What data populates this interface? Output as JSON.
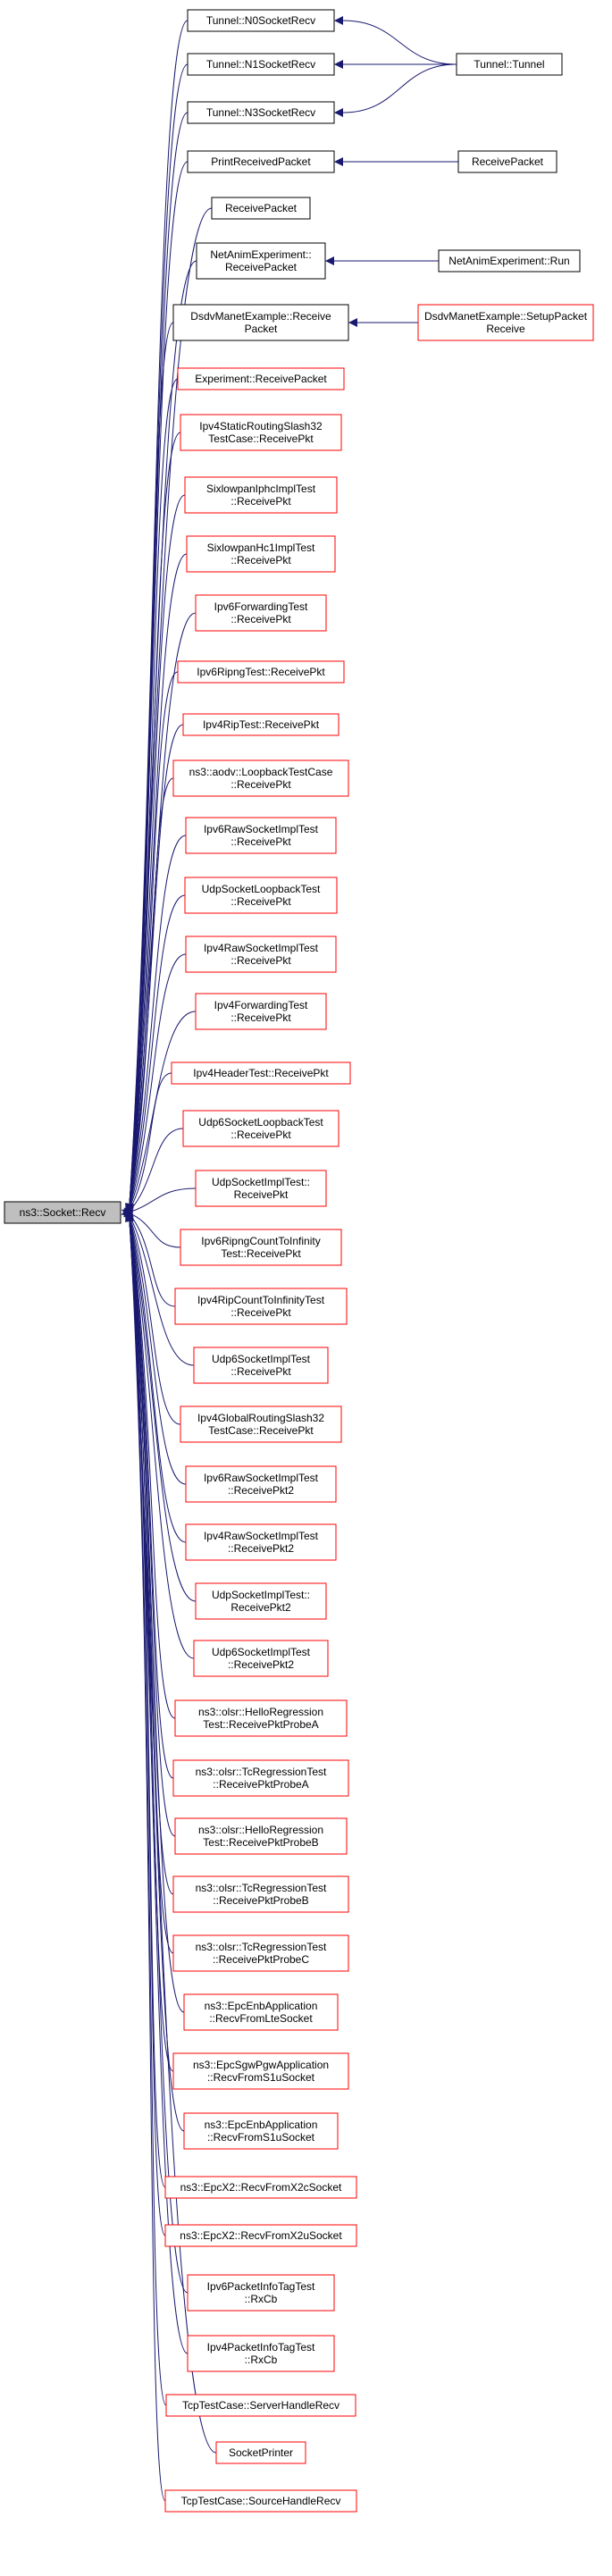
{
  "root": {
    "lines": [
      "ns3::Socket::Recv"
    ]
  },
  "callers": [
    {
      "id": "tunnel-n0",
      "lines": [
        "Tunnel::N0SocketRecv"
      ],
      "color": "black"
    },
    {
      "id": "tunnel-n1",
      "lines": [
        "Tunnel::N1SocketRecv"
      ],
      "color": "black"
    },
    {
      "id": "tunnel-n3",
      "lines": [
        "Tunnel::N3SocketRecv"
      ],
      "color": "black"
    },
    {
      "id": "print-received-packet",
      "lines": [
        "PrintReceivedPacket"
      ],
      "color": "black"
    },
    {
      "id": "receive-packet",
      "lines": [
        "ReceivePacket"
      ],
      "color": "black"
    },
    {
      "id": "netanim-receive-packet",
      "lines": [
        "NetAnimExperiment::",
        "ReceivePacket"
      ],
      "color": "black"
    },
    {
      "id": "dsdv-receive-packet",
      "lines": [
        "DsdvManetExample::Receive",
        "Packet"
      ],
      "color": "black"
    },
    {
      "id": "experiment-receive-packet",
      "lines": [
        "Experiment::ReceivePacket"
      ],
      "color": "red"
    },
    {
      "id": "ipv4-static-routing",
      "lines": [
        "Ipv4StaticRoutingSlash32",
        "TestCase::ReceivePkt"
      ],
      "color": "red"
    },
    {
      "id": "sixlowpan-iphc",
      "lines": [
        "SixlowpanIphcImplTest",
        "::ReceivePkt"
      ],
      "color": "red"
    },
    {
      "id": "sixlowpan-hc1",
      "lines": [
        "SixlowpanHc1ImplTest",
        "::ReceivePkt"
      ],
      "color": "red"
    },
    {
      "id": "ipv6-forwarding",
      "lines": [
        "Ipv6ForwardingTest",
        "::ReceivePkt"
      ],
      "color": "red"
    },
    {
      "id": "ipv6-ripng",
      "lines": [
        "Ipv6RipngTest::ReceivePkt"
      ],
      "color": "red"
    },
    {
      "id": "ipv4-rip",
      "lines": [
        "Ipv4RipTest::ReceivePkt"
      ],
      "color": "red"
    },
    {
      "id": "aodv-loopback",
      "lines": [
        "ns3::aodv::LoopbackTestCase",
        "::ReceivePkt"
      ],
      "color": "red"
    },
    {
      "id": "ipv6-raw-socket",
      "lines": [
        "Ipv6RawSocketImplTest",
        "::ReceivePkt"
      ],
      "color": "red"
    },
    {
      "id": "udp-socket-loopback",
      "lines": [
        "UdpSocketLoopbackTest",
        "::ReceivePkt"
      ],
      "color": "red"
    },
    {
      "id": "ipv4-raw-socket",
      "lines": [
        "Ipv4RawSocketImplTest",
        "::ReceivePkt"
      ],
      "color": "red"
    },
    {
      "id": "ipv4-forwarding",
      "lines": [
        "Ipv4ForwardingTest",
        "::ReceivePkt"
      ],
      "color": "red"
    },
    {
      "id": "ipv4-header",
      "lines": [
        "Ipv4HeaderTest::ReceivePkt"
      ],
      "color": "red"
    },
    {
      "id": "udp6-socket-loopback",
      "lines": [
        "Udp6SocketLoopbackTest",
        "::ReceivePkt"
      ],
      "color": "red"
    },
    {
      "id": "udp-socket-impl",
      "lines": [
        "UdpSocketImplTest::",
        "ReceivePkt"
      ],
      "color": "red"
    },
    {
      "id": "ipv6-ripng-count",
      "lines": [
        "Ipv6RipngCountToInfinity",
        "Test::ReceivePkt"
      ],
      "color": "red"
    },
    {
      "id": "ipv4-rip-count",
      "lines": [
        "Ipv4RipCountToInfinityTest",
        "::ReceivePkt"
      ],
      "color": "red"
    },
    {
      "id": "udp6-socket-impl",
      "lines": [
        "Udp6SocketImplTest",
        "::ReceivePkt"
      ],
      "color": "red"
    },
    {
      "id": "ipv4-global-routing",
      "lines": [
        "Ipv4GlobalRoutingSlash32",
        "TestCase::ReceivePkt"
      ],
      "color": "red"
    },
    {
      "id": "ipv6-raw-socket-2",
      "lines": [
        "Ipv6RawSocketImplTest",
        "::ReceivePkt2"
      ],
      "color": "red"
    },
    {
      "id": "ipv4-raw-socket-2",
      "lines": [
        "Ipv4RawSocketImplTest",
        "::ReceivePkt2"
      ],
      "color": "red"
    },
    {
      "id": "udp-socket-impl-2",
      "lines": [
        "UdpSocketImplTest::",
        "ReceivePkt2"
      ],
      "color": "red"
    },
    {
      "id": "udp6-socket-impl-2",
      "lines": [
        "Udp6SocketImplTest",
        "::ReceivePkt2"
      ],
      "color": "red"
    },
    {
      "id": "olsr-hello-a",
      "lines": [
        "ns3::olsr::HelloRegression",
        "Test::ReceivePktProbeA"
      ],
      "color": "red"
    },
    {
      "id": "olsr-tc-a",
      "lines": [
        "ns3::olsr::TcRegressionTest",
        "::ReceivePktProbeA"
      ],
      "color": "red"
    },
    {
      "id": "olsr-hello-b",
      "lines": [
        "ns3::olsr::HelloRegression",
        "Test::ReceivePktProbeB"
      ],
      "color": "red"
    },
    {
      "id": "olsr-tc-b",
      "lines": [
        "ns3::olsr::TcRegressionTest",
        "::ReceivePktProbeB"
      ],
      "color": "red"
    },
    {
      "id": "olsr-tc-c",
      "lines": [
        "ns3::olsr::TcRegressionTest",
        "::ReceivePktProbeC"
      ],
      "color": "red"
    },
    {
      "id": "epc-enb-lte",
      "lines": [
        "ns3::EpcEnbApplication",
        "::RecvFromLteSocket"
      ],
      "color": "red"
    },
    {
      "id": "epc-sgw-pgw-s1u",
      "lines": [
        "ns3::EpcSgwPgwApplication",
        "::RecvFromS1uSocket"
      ],
      "color": "red"
    },
    {
      "id": "epc-enb-s1u",
      "lines": [
        "ns3::EpcEnbApplication",
        "::RecvFromS1uSocket"
      ],
      "color": "red"
    },
    {
      "id": "epc-x2-c",
      "lines": [
        "ns3::EpcX2::RecvFromX2cSocket"
      ],
      "color": "red"
    },
    {
      "id": "epc-x2-u",
      "lines": [
        "ns3::EpcX2::RecvFromX2uSocket"
      ],
      "color": "red"
    },
    {
      "id": "ipv6-packet-info",
      "lines": [
        "Ipv6PacketInfoTagTest",
        "::RxCb"
      ],
      "color": "red"
    },
    {
      "id": "ipv4-packet-info",
      "lines": [
        "Ipv4PacketInfoTagTest",
        "::RxCb"
      ],
      "color": "red"
    },
    {
      "id": "tcp-server-handle",
      "lines": [
        "TcpTestCase::ServerHandleRecv"
      ],
      "color": "red"
    },
    {
      "id": "socket-printer",
      "lines": [
        "SocketPrinter"
      ],
      "color": "red"
    },
    {
      "id": "tcp-source-handle",
      "lines": [
        "TcpTestCase::SourceHandleRecv"
      ],
      "color": "red"
    }
  ],
  "secondary": [
    {
      "id": "tunnel-tunnel",
      "lines": [
        "Tunnel::Tunnel"
      ],
      "color": "black",
      "from": [
        "tunnel-n1",
        "tunnel-n3",
        "tunnel-n0"
      ]
    },
    {
      "id": "receive-packet-2",
      "lines": [
        "ReceivePacket"
      ],
      "color": "black",
      "from": [
        "print-received-packet"
      ]
    },
    {
      "id": "netanim-run",
      "lines": [
        "NetAnimExperiment::Run"
      ],
      "color": "black",
      "from": [
        "netanim-receive-packet"
      ]
    },
    {
      "id": "dsdv-setup",
      "lines": [
        "DsdvManetExample::SetupPacket",
        "Receive"
      ],
      "color": "red",
      "from": [
        "dsdv-receive-packet"
      ]
    }
  ],
  "colors": {
    "edge": "#191970",
    "red_border": "#ff0000",
    "root_fill": "#bfbfbf"
  }
}
